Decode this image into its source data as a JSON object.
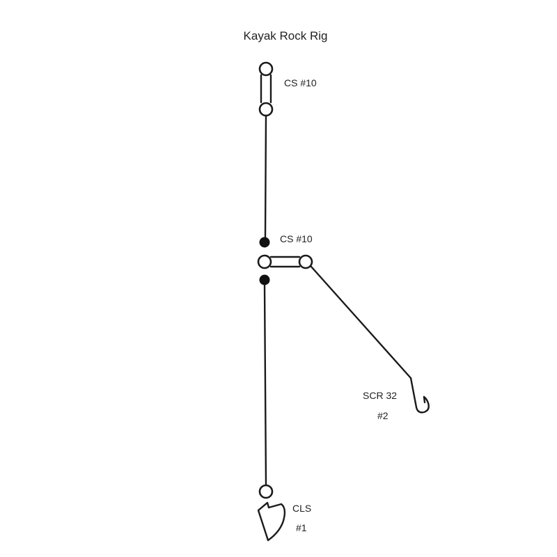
{
  "diagram": {
    "title": "Kayak Rock Rig",
    "components": {
      "top_swivel": {
        "label": "CS #10"
      },
      "middle_swivel": {
        "label": "CS #10"
      },
      "dropper_hook": {
        "label_line1": "SCR 32",
        "label_line2": "#2"
      },
      "sinker_clip": {
        "label_line1": "CLS",
        "label_line2": "#1"
      }
    },
    "colors": {
      "line": "#1a1a1a",
      "ring_fill": "#ffffff",
      "bead": "#111111",
      "text": "#222222",
      "background": "#ffffff"
    }
  }
}
